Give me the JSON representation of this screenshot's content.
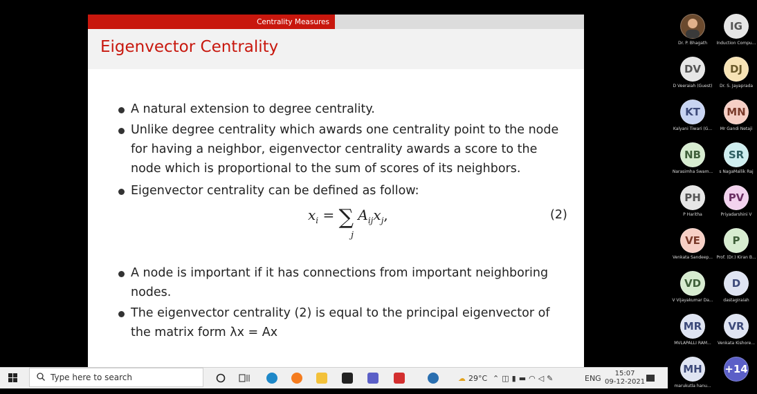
{
  "slide": {
    "header": "Centrality Measures",
    "title": "Eigenvector Centrality",
    "bullets": [
      [
        "A natural extension to degree centrality."
      ],
      [
        "Unlike degree centrality which awards one centrality point to the node",
        "for having a neighbor, eigenvector centrality awards a score to the",
        "node which is proportional to the sum of scores of its neighbors."
      ],
      [
        "Eigenvector centrality can be defined as follow:"
      ],
      [
        "A node is important if it has connections from important neighboring",
        "nodes."
      ],
      [
        "The eigenvector centrality (2) is equal to the principal eigenvector of",
        "the matrix form λx = Ax"
      ]
    ],
    "formula": {
      "lhs": "x",
      "lhs_sub": "i",
      "eq": "=",
      "sum": "∑",
      "sum_sub": "j",
      "rhs": "A",
      "rhs_sub": "ij",
      "rhs2": "x",
      "rhs2_sub": "j",
      "tail": ","
    },
    "equation_number": "(2)"
  },
  "taskbar": {
    "search_placeholder": "Type here to search",
    "weather": "29°C",
    "language": "ENG",
    "time": "15:07",
    "date": "09-12-2021"
  },
  "participants": [
    {
      "initials": "",
      "name": "Dr. P. Bhagath",
      "bg": "#6b4a2e",
      "fg": "#fff"
    },
    {
      "initials": "IG",
      "name": "Induction Compu...",
      "bg": "#e6e6e6",
      "fg": "#555"
    },
    {
      "initials": "DV",
      "name": "D Veeraiah (Guest)",
      "bg": "#e6e6e6",
      "fg": "#555"
    },
    {
      "initials": "DJ",
      "name": "Dr. S. Jayaprada",
      "bg": "#f7e3b5",
      "fg": "#6b5a2a"
    },
    {
      "initials": "KT",
      "name": "Kalyani Tiwari (G...",
      "bg": "#c8d4f2",
      "fg": "#3d4a7a"
    },
    {
      "initials": "MN",
      "name": "Mr Gandi Netaji",
      "bg": "#f6cfc5",
      "fg": "#7a3a2a"
    },
    {
      "initials": "NB",
      "name": "Narasimha Swam...",
      "bg": "#d7ecd0",
      "fg": "#3f5f3a"
    },
    {
      "initials": "SR",
      "name": "s NagaMallik Raj",
      "bg": "#cfeef0",
      "fg": "#2f5f62"
    },
    {
      "initials": "PH",
      "name": "P Haritha",
      "bg": "#e6e6e6",
      "fg": "#555"
    },
    {
      "initials": "PV",
      "name": "Priyadarshini V",
      "bg": "#f2d2ee",
      "fg": "#6b2f63"
    },
    {
      "initials": "VE",
      "name": "Venkata Sandeep...",
      "bg": "#f6cfc5",
      "fg": "#7a3a2a"
    },
    {
      "initials": "P",
      "name": "Prof. (Dr.) Kiran B...",
      "bg": "#d7ecd0",
      "fg": "#3f5f3a"
    },
    {
      "initials": "VD",
      "name": "V Vijayakumar Da...",
      "bg": "#d7ecd0",
      "fg": "#3f5f3a"
    },
    {
      "initials": "D",
      "name": "dastagiraiah",
      "bg": "#dfe4f2",
      "fg": "#3d4a7a"
    },
    {
      "initials": "MR",
      "name": "MVLAPALLI RAM...",
      "bg": "#dfe4f2",
      "fg": "#3d4a7a"
    },
    {
      "initials": "VR",
      "name": "Venkata Kishore...",
      "bg": "#dfe4f2",
      "fg": "#3d4a7a"
    },
    {
      "initials": "MH",
      "name": "marukutla hanu...",
      "bg": "#dfe4f2",
      "fg": "#3d4a7a"
    },
    {
      "initials": "+14",
      "name": "",
      "bg": "#5b5fc7",
      "fg": "#fff"
    }
  ]
}
